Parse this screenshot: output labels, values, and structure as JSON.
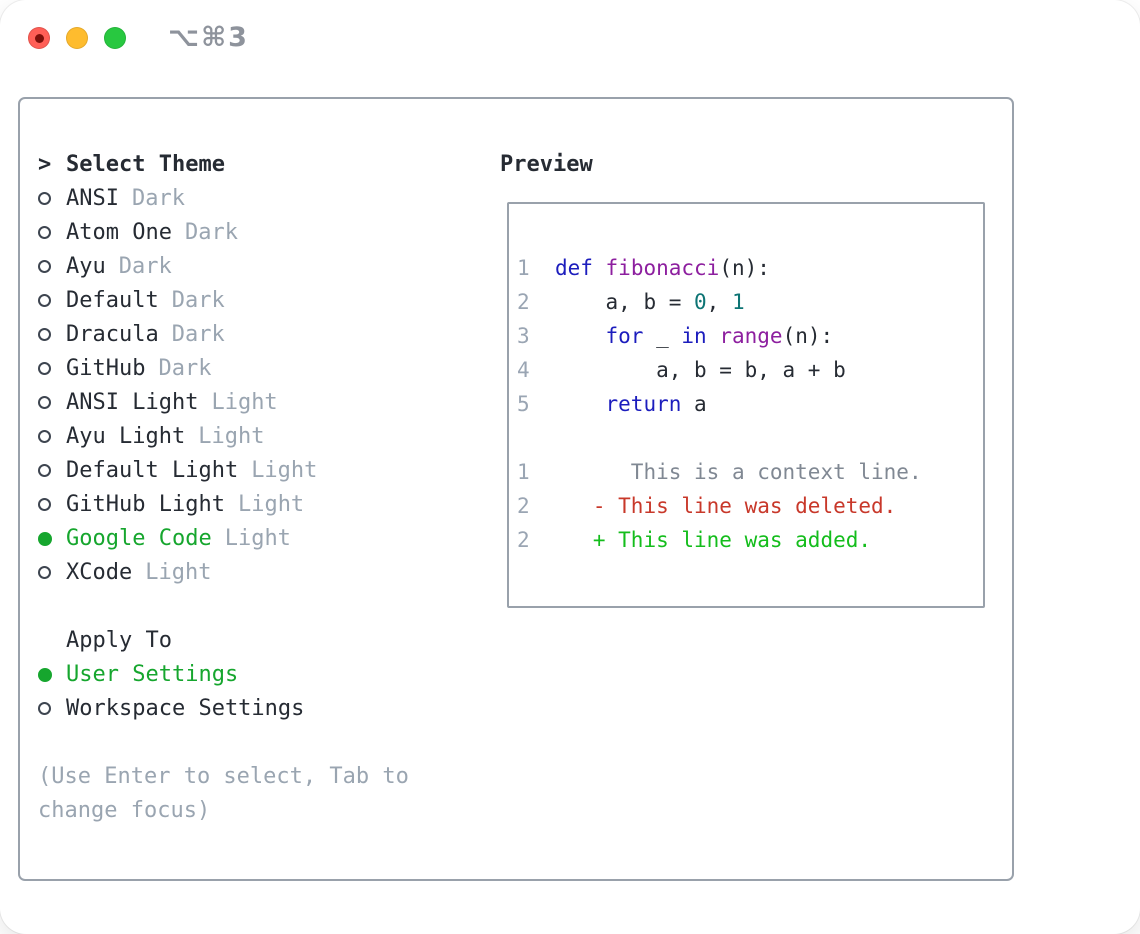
{
  "window": {
    "title": "⌥⌘3"
  },
  "theme_selector": {
    "header_prefix": ">",
    "header": "Select Theme",
    "themes": [
      {
        "name": "ANSI",
        "variant": "Dark",
        "selected": false
      },
      {
        "name": "Atom One",
        "variant": "Dark",
        "selected": false
      },
      {
        "name": "Ayu",
        "variant": "Dark",
        "selected": false
      },
      {
        "name": "Default",
        "variant": "Dark",
        "selected": false
      },
      {
        "name": "Dracula",
        "variant": "Dark",
        "selected": false
      },
      {
        "name": "GitHub",
        "variant": "Dark",
        "selected": false
      },
      {
        "name": "ANSI Light",
        "variant": "Light",
        "selected": false
      },
      {
        "name": "Ayu Light",
        "variant": "Light",
        "selected": false
      },
      {
        "name": "Default Light",
        "variant": "Light",
        "selected": false
      },
      {
        "name": "GitHub Light",
        "variant": "Light",
        "selected": false
      },
      {
        "name": "Google Code",
        "variant": "Light",
        "selected": true
      },
      {
        "name": "XCode",
        "variant": "Light",
        "selected": false
      }
    ],
    "apply_to": {
      "header": "Apply To",
      "options": [
        {
          "label": "User Settings",
          "selected": true
        },
        {
          "label": "Workspace Settings",
          "selected": false
        }
      ]
    },
    "hint_line1": "(Use Enter to select, Tab to",
    "hint_line2": "change focus)"
  },
  "preview": {
    "header": "Preview",
    "lines": [
      {
        "num": "1",
        "type": "code",
        "tokens": [
          [
            "kw",
            "def"
          ],
          [
            "pln",
            " "
          ],
          [
            "nm",
            "fibonacci"
          ],
          [
            "pln",
            "(n):"
          ]
        ]
      },
      {
        "num": "2",
        "type": "code",
        "tokens": [
          [
            "pln",
            "    a, b = "
          ],
          [
            "lit",
            "0"
          ],
          [
            "pln",
            ", "
          ],
          [
            "lit",
            "1"
          ]
        ]
      },
      {
        "num": "3",
        "type": "code",
        "tokens": [
          [
            "pln",
            "    "
          ],
          [
            "kw",
            "for"
          ],
          [
            "pln",
            " _ "
          ],
          [
            "kw",
            "in"
          ],
          [
            "pln",
            " "
          ],
          [
            "nm",
            "range"
          ],
          [
            "pln",
            "(n):"
          ]
        ]
      },
      {
        "num": "4",
        "type": "code",
        "tokens": [
          [
            "pln",
            "        a, b = b, a + b"
          ]
        ]
      },
      {
        "num": "5",
        "type": "code",
        "tokens": [
          [
            "pln",
            "    "
          ],
          [
            "kw",
            "return"
          ],
          [
            "pln",
            " a"
          ]
        ]
      },
      {
        "num": " ",
        "type": "blank",
        "tokens": []
      },
      {
        "num": "1",
        "type": "context",
        "tokens": [
          [
            "ctx",
            "      This is a context line."
          ]
        ]
      },
      {
        "num": "2",
        "type": "deleted",
        "tokens": [
          [
            "del",
            "   - This line was deleted."
          ]
        ]
      },
      {
        "num": "2",
        "type": "added",
        "tokens": [
          [
            "add",
            "   + This line was added."
          ]
        ]
      }
    ]
  },
  "colors": {
    "text": "#262b33",
    "muted": "#9aa5b1",
    "border": "#99a1ab",
    "ring": "#3e4550",
    "accent-green": "#16a62e",
    "ln": "#9aa5b3",
    "code-plain": "#262b33",
    "code-keyword": "#1c1dbd",
    "code-name": "#8d1f9f",
    "code-literal": "#0d7474",
    "diff-context": "#808893",
    "diff-deleted": "#c8382a",
    "diff-added": "#14bd1c",
    "traffic-red": "#ff5f57",
    "traffic-red-dot": "#7d100b",
    "traffic-yellow": "#febc2e",
    "traffic-green": "#28c840",
    "title-gray": "#8e939c"
  }
}
